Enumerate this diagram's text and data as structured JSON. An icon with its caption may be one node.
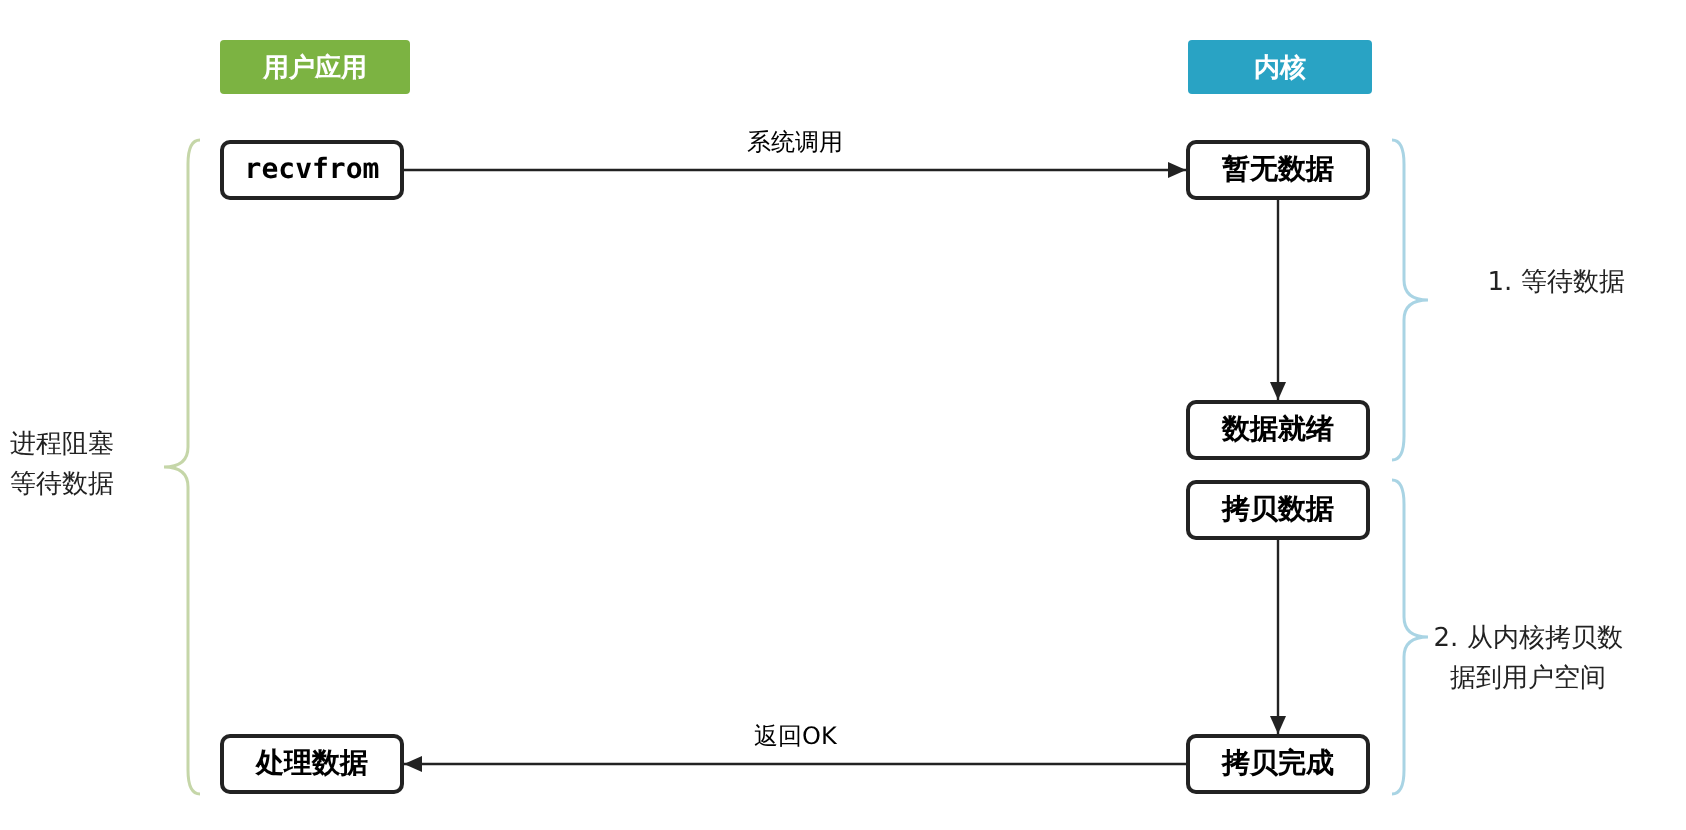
{
  "diagram": {
    "nodes": [
      {
        "text": [
          "用户应用"
        ]
      },
      {
        "text": [
          "内核"
        ]
      },
      {
        "text": [
          "recvfrom"
        ]
      },
      {
        "text": [
          "暂无数据"
        ]
      },
      {
        "text": [
          "数据就绪"
        ]
      },
      {
        "text": [
          "拷贝数据"
        ]
      },
      {
        "text": [
          "拷贝完成"
        ]
      },
      {
        "text": [
          "处理数据"
        ]
      }
    ],
    "edges": [
      {
        "from": 2,
        "to": 3,
        "arrow": "to",
        "label": "系统调用"
      },
      {
        "from": 3,
        "to": 4,
        "arrow": "to"
      },
      {
        "from": 5,
        "to": 6,
        "arrow": "to"
      },
      {
        "from": 6,
        "to": 7,
        "arrow": "to",
        "label": "返回OK"
      }
    ],
    "labels": [
      "进程阻塞等待数据",
      "1. 等待数据",
      "2. 从内核拷贝数据到用户空间"
    ]
  }
}
